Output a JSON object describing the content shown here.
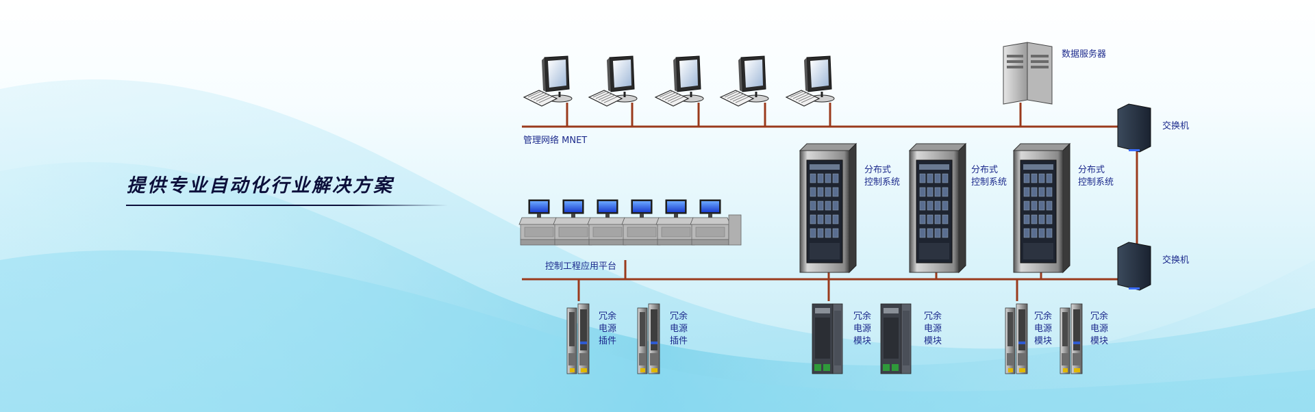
{
  "banner": {
    "title": "提供专业自动化行业解决方案"
  },
  "labels": {
    "data_server": "数据服务器",
    "switch_top": "交换机",
    "switch_bottom": "交换机",
    "mnet": "管理网络 MNET",
    "control_platform": "控制工程应用平台",
    "dcs_1": [
      "分布式",
      "控制系统"
    ],
    "dcs_2": [
      "分布式",
      "控制系统"
    ],
    "dcs_3": [
      "分布式",
      "控制系统"
    ],
    "module_1": [
      "冗余",
      "电源",
      "插件"
    ],
    "module_2": [
      "冗余",
      "电源",
      "插件"
    ],
    "module_3": [
      "冗余",
      "电源",
      "模块"
    ],
    "module_4": [
      "冗余",
      "电源",
      "模块"
    ],
    "module_5": [
      "冗余",
      "电源",
      "模块"
    ],
    "module_6": [
      "冗余",
      "电源",
      "模块"
    ]
  },
  "colors": {
    "network_line": "#9a3a1c",
    "label_text": "#1c2a8c",
    "title_text": "#0c0f3a",
    "background_accent": "#5cc7e8"
  }
}
